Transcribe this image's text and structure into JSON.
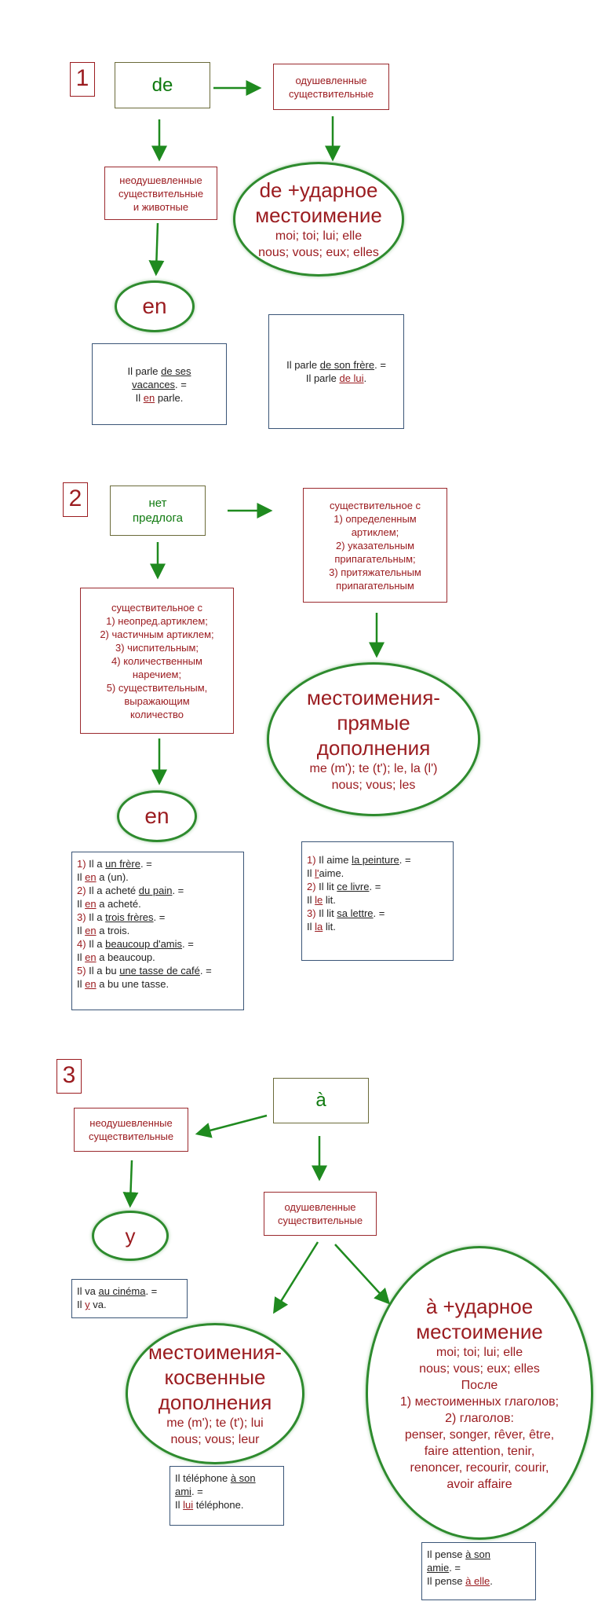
{
  "section1": {
    "number": "1",
    "de": "de",
    "animate": [
      "одушевленные",
      "существительные"
    ],
    "inanimate": [
      "неодушевленные",
      "существительные",
      "и животные"
    ],
    "en": "en",
    "stressed": {
      "title": [
        "de +ударное",
        "местоимение"
      ],
      "pronouns": [
        "moi; toi; lui; elle",
        "nous; vous; eux; elles"
      ]
    },
    "example_en": {
      "l1a": "Il parle ",
      "l1b": "de ses",
      "l2a": "vacances",
      "l2b": ". =",
      "l3a": "Il ",
      "l3b": "en",
      "l3c": " parle."
    },
    "example_lui": {
      "l1a": "Il parle ",
      "l1b": "de son frère",
      "l1c": ". =",
      "l2a": "Il parle ",
      "l2b": "de lui",
      "l2c": "."
    }
  },
  "section2": {
    "number": "2",
    "noprep": [
      "нет",
      "предлога"
    ],
    "defart": [
      "существительное с",
      "1) определенным",
      "артиклем;",
      "2) указательным",
      "припагательным;",
      "3) притяжательным",
      "припагательным"
    ],
    "indef": [
      "существительное с",
      "1) неопред.артиклем;",
      "2) частичным артиклем;",
      "3) чиспительным;",
      "4) количественным",
      "наречием;",
      "5) существительным,",
      "выражающим",
      "количество"
    ],
    "direct": {
      "title": [
        "местоимения-",
        "прямые",
        "дополнения"
      ],
      "pronouns": [
        "me (m'); te (t'); le, la (l')",
        "nous; vous; les"
      ]
    },
    "en": "en",
    "ex_en": [
      {
        "n": "1)",
        "a": " Il a ",
        "u": "un frère",
        "b": ". ="
      },
      {
        "p": "Il ",
        "e": "en",
        "s": " a (un)."
      },
      {
        "n": "2)",
        "a": " Il a acheté ",
        "u": "du pain",
        "b": ". ="
      },
      {
        "p": "Il ",
        "e": "en",
        "s": " a acheté."
      },
      {
        "n": "3)",
        "a": " Il a ",
        "u": "trois frères",
        "b": ". ="
      },
      {
        "p": "Il ",
        "e": "en",
        "s": " a trois."
      },
      {
        "n": "4)",
        "a": " Il a ",
        "u": "beaucoup d'amis",
        "b": ". ="
      },
      {
        "p": "Il ",
        "e": "en",
        "s": " a beaucoup."
      },
      {
        "n": "5)",
        "a": " Il a bu ",
        "u": "une tasse de café",
        "b": ". ="
      },
      {
        "p": "Il ",
        "e": "en",
        "s": " a bu une tasse."
      }
    ],
    "ex_direct": [
      {
        "n": "1)",
        "a": " Il aime ",
        "u": "la peinture",
        "b": ". ="
      },
      {
        "p": "Il ",
        "e": "l'",
        "s": "aime."
      },
      {
        "n": "2)",
        "a": " Il lit ",
        "u": "ce livre",
        "b": ". ="
      },
      {
        "p": "Il ",
        "e": "le",
        "s": " lit."
      },
      {
        "n": "3)",
        "a": " Il lit ",
        "u": "sa lettre",
        "b": ". ="
      },
      {
        "p": "Il ",
        "e": "la",
        "s": " lit."
      }
    ]
  },
  "section3": {
    "number": "3",
    "a": "à",
    "inanimate": [
      "неодушевленные",
      "существительные"
    ],
    "animate": [
      "одушевленные",
      "существительные"
    ],
    "y": "y",
    "ex_y": {
      "l1a": "Il va ",
      "l1b": "au cinéma",
      "l1c": ". =",
      "l2a": "Il ",
      "l2b": "y",
      "l2c": " va."
    },
    "indirect": {
      "title": [
        "местоимения-",
        "косвенные",
        "дополнения"
      ],
      "pronouns": [
        "me (m'); te (t'); lui",
        "nous; vous; leur"
      ]
    },
    "stressed": {
      "title": [
        "à +ударное",
        "местоимение"
      ],
      "lines": [
        "moi; toi; lui; elle",
        "nous; vous; eux; elles",
        "После",
        "1) местоименных глаголов;",
        "2) глаголов:",
        "penser, songer, rêver, être,",
        "faire attention, tenir,",
        "renoncer, recourir, courir,",
        "avoir affaire"
      ]
    },
    "ex_lui": {
      "l1a": "Il téléphone ",
      "l1b": "à son",
      "l2a": "ami",
      "l2b": ". =",
      "l3a": "Il ",
      "l3b": "lui",
      "l3c": " téléphone."
    },
    "ex_elle": {
      "l1a": "Il pense ",
      "l1b": "à son",
      "l2a": "amie",
      "l2b": ". =",
      "l3a": "Il pense ",
      "l3b": "à elle",
      "l3c": "."
    }
  },
  "colors": {
    "arrow": "#1f8a1f",
    "red": "#9b1c20",
    "green": "#0f7a0f"
  }
}
